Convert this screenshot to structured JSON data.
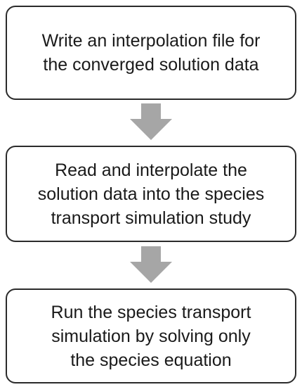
{
  "steps": [
    {
      "lines": [
        "Write an interpolation file for",
        "the converged solution data"
      ]
    },
    {
      "lines": [
        "Read and interpolate the",
        "solution data into the species",
        "transport simulation study"
      ]
    },
    {
      "lines": [
        "Run the species transport",
        "simulation by solving only",
        "the species equation"
      ]
    }
  ],
  "colors": {
    "box_border": "#2b2b2b",
    "arrow_fill": "#a6a6a6",
    "text": "#1a1a1a",
    "background": "#ffffff"
  }
}
